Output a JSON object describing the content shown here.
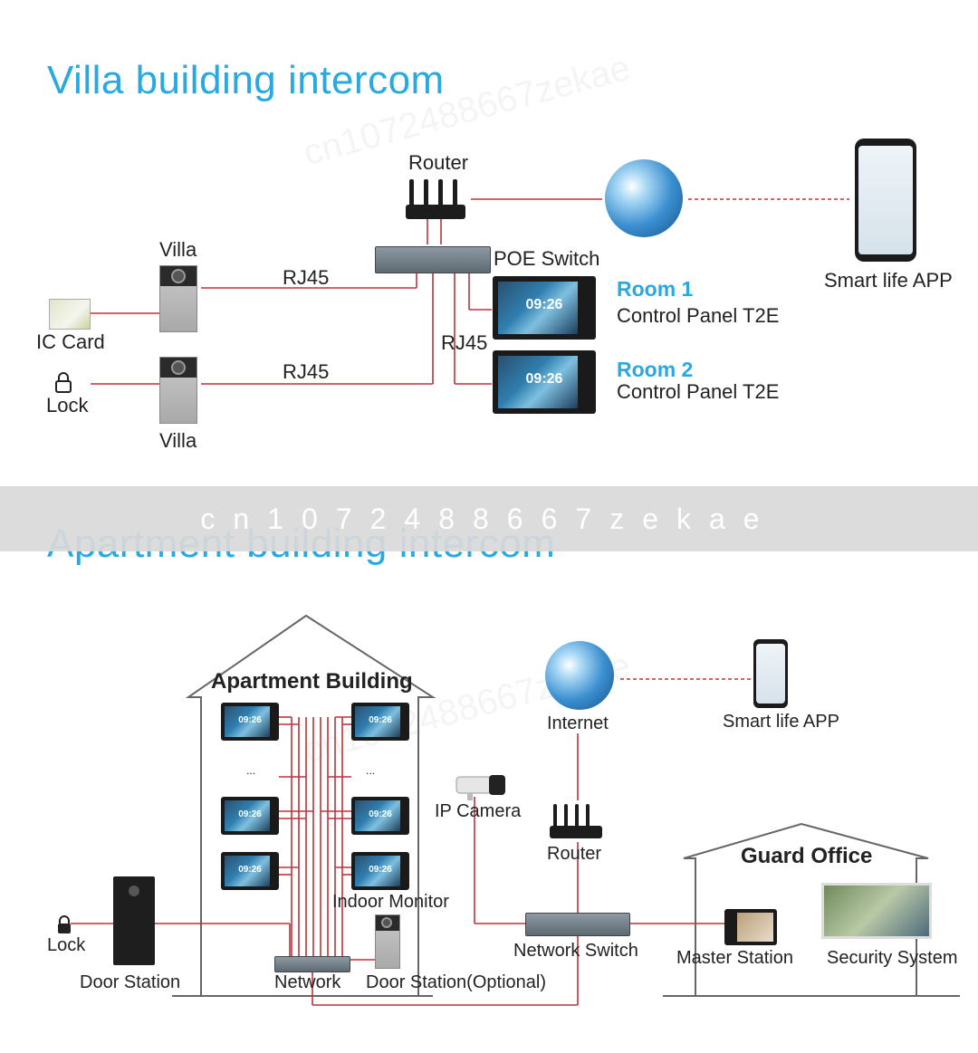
{
  "villa": {
    "title": "Villa building intercom",
    "router_label": "Router",
    "poe_switch_label": "POE Switch",
    "villa_top_label": "Villa",
    "villa_bottom_label": "Villa",
    "ic_card_label": "IC Card",
    "lock_label": "Lock",
    "rj45_top": "RJ45",
    "rj45_middle": "RJ45",
    "rj45_bottom": "RJ45",
    "smart_life_label": "Smart life APP",
    "room1_title": "Room 1",
    "room1_sub": "Control Panel T2E",
    "room2_title": "Room 2",
    "room2_sub": "Control Panel T2E",
    "panel_time": "09:26"
  },
  "watermark": {
    "band_text": "cn1072488667zekae",
    "faint_text": "cn1072488667zekae"
  },
  "apartment": {
    "title": "Apartment building intercom",
    "building_label": "Apartment Building",
    "monitor_time": "09:26",
    "ellipsis": "...",
    "indoor_monitor_label": "Indoor Monitor",
    "internet_label": "Internet",
    "smart_life_label": "Smart life APP",
    "ip_camera_label": "IP Camera",
    "router_label": "Router",
    "network_switch_label": "Network Switch",
    "guard_office_label": "Guard Office",
    "master_station_label": "Master Station",
    "security_system_label": "Security System",
    "lock_label": "Lock",
    "door_station_label": "Door Station",
    "network_label": "Network",
    "door_station_optional_label": "Door Station(Optional)"
  },
  "colors": {
    "accent_blue": "#29a9e1",
    "wire_red": "#c0313b"
  },
  "icons": [
    "router-icon",
    "poe-switch-icon",
    "globe-icon",
    "phone-icon",
    "lock-icon",
    "ic-card-icon",
    "door-station-icon",
    "control-panel-icon",
    "ip-camera-icon",
    "network-switch-icon",
    "monitor-icon"
  ]
}
